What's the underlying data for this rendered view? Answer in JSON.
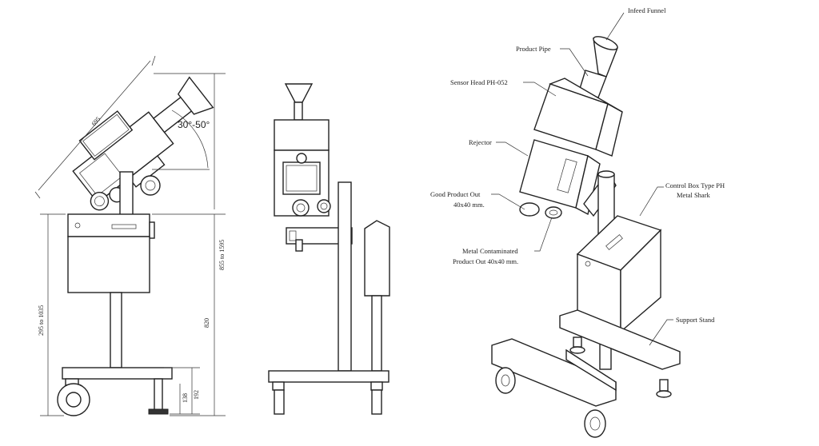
{
  "labels": {
    "infeed_funnel": "Infeed Funnel",
    "product_pipe": "Product Pipe",
    "sensor_head": "Sensor Head PH-052",
    "rejector": "Rejector",
    "good_product_line1": "Good Product Out",
    "good_product_line2": "40x40 mm.",
    "control_box_line1": "Control Box Type PH",
    "control_box_line2": "Metal Shark",
    "metal_cont_line1": "Metal Contaminated",
    "metal_cont_line2": "Product Out 40x40 mm.",
    "support_stand": "Support Stand"
  },
  "dimensions": {
    "length": "695",
    "angle": "30°-50°",
    "height_range": "855 to 1595",
    "base_range": "295 to 1035",
    "stand_height": "820",
    "foot_192": "192",
    "foot_138": "138"
  }
}
